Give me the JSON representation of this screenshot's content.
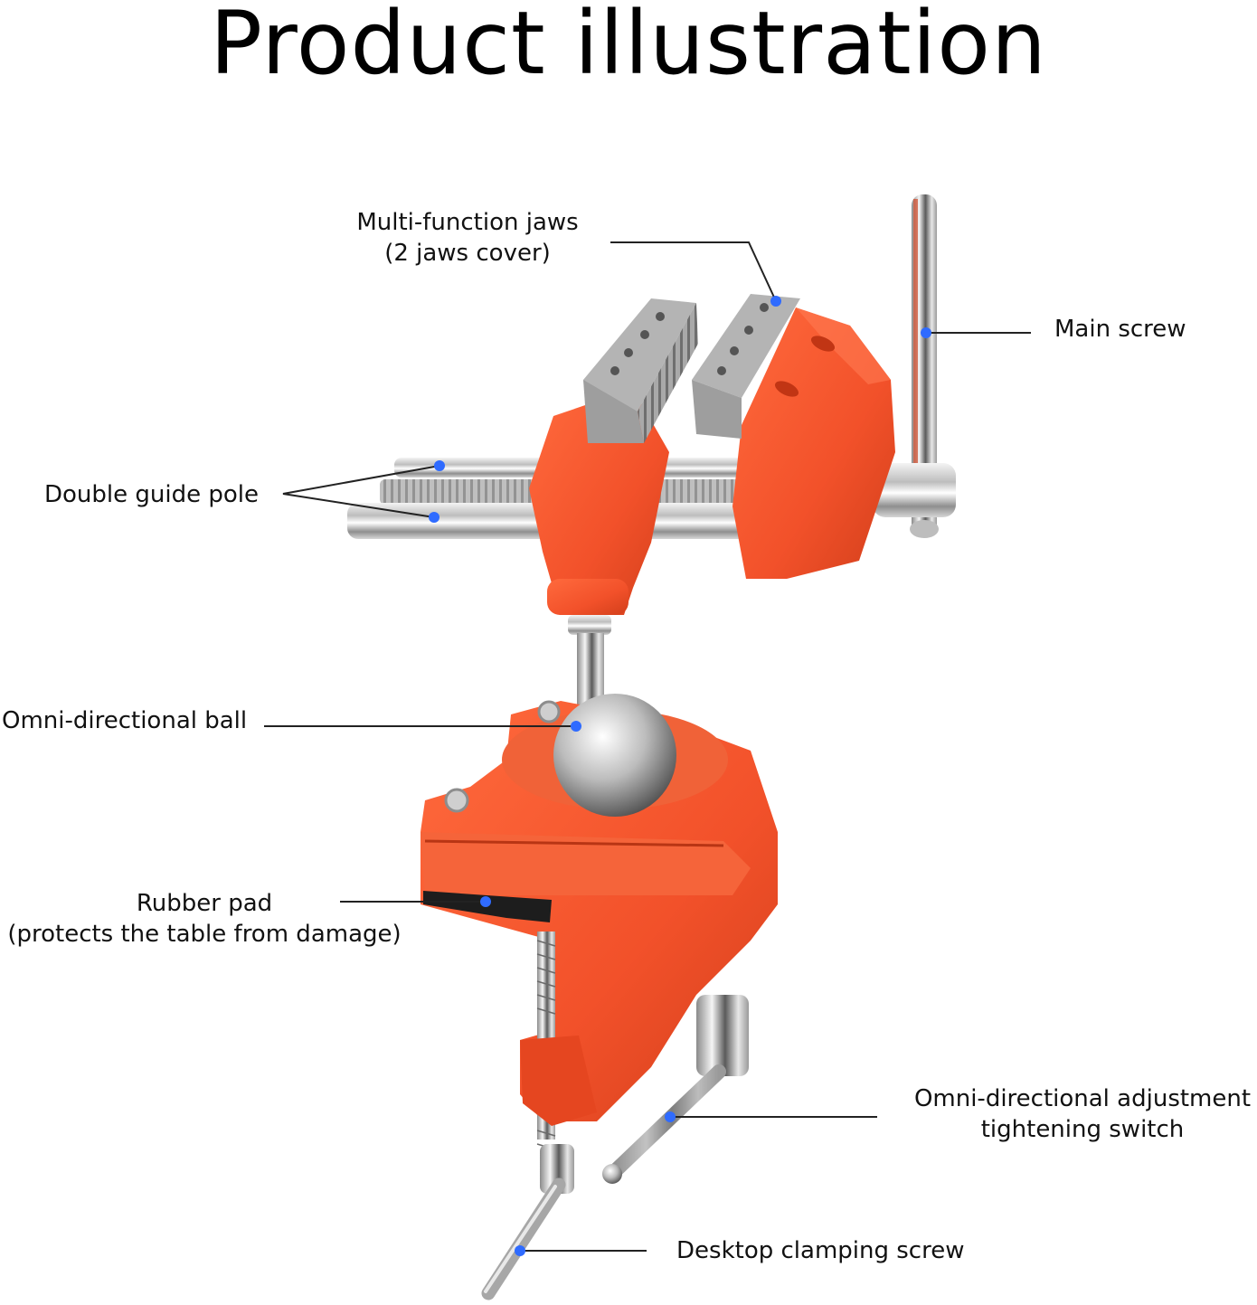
{
  "title": "Product illustration",
  "colors": {
    "vise_body": "#f2512a",
    "vise_shadow": "#c93a18",
    "metal": "#c9c9c9",
    "callout_dot": "#2f6bff",
    "callout_line": "#222222",
    "background": "#ffffff"
  },
  "callouts": [
    {
      "id": "jaws",
      "lines": [
        "Multi-function jaws",
        "(2 jaws cover)"
      ]
    },
    {
      "id": "main-screw",
      "lines": [
        "Main screw"
      ]
    },
    {
      "id": "guide-pole",
      "lines": [
        "Double guide pole"
      ]
    },
    {
      "id": "ball",
      "lines": [
        "Omni-directional ball"
      ]
    },
    {
      "id": "rubber-pad",
      "lines": [
        "Rubber pad",
        "(protects the table from damage)"
      ]
    },
    {
      "id": "adjust-switch",
      "lines": [
        "Omni-directional adjustment",
        "tightening switch"
      ]
    },
    {
      "id": "clamp-screw",
      "lines": [
        "Desktop clamping screw"
      ]
    }
  ]
}
